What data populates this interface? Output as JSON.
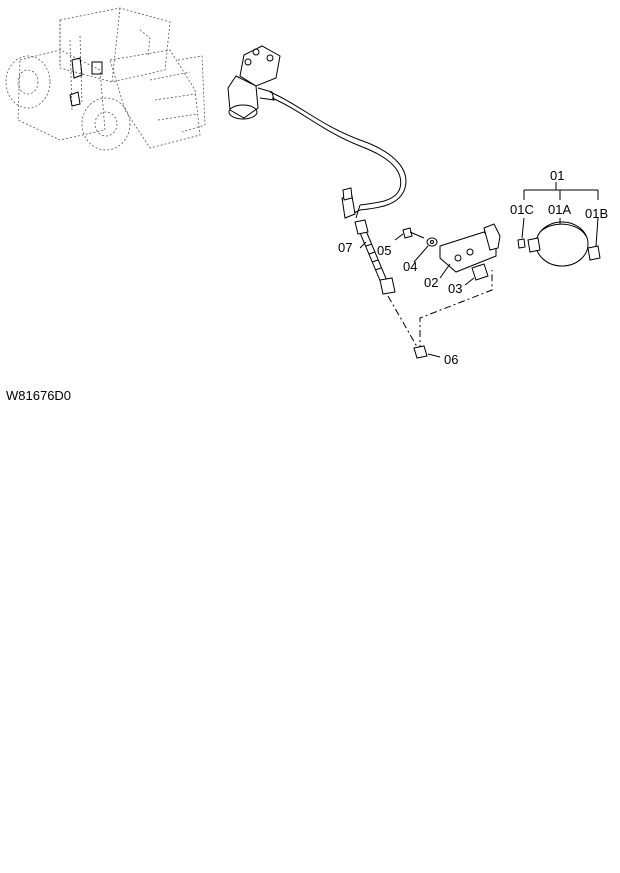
{
  "drawing_code": "W81676D0",
  "callouts": {
    "c01": "01",
    "c01a": "01A",
    "c01b": "01B",
    "c01c": "01C",
    "c02": "02",
    "c03": "03",
    "c04": "04",
    "c05": "05",
    "c06": "06",
    "c07": "07"
  }
}
